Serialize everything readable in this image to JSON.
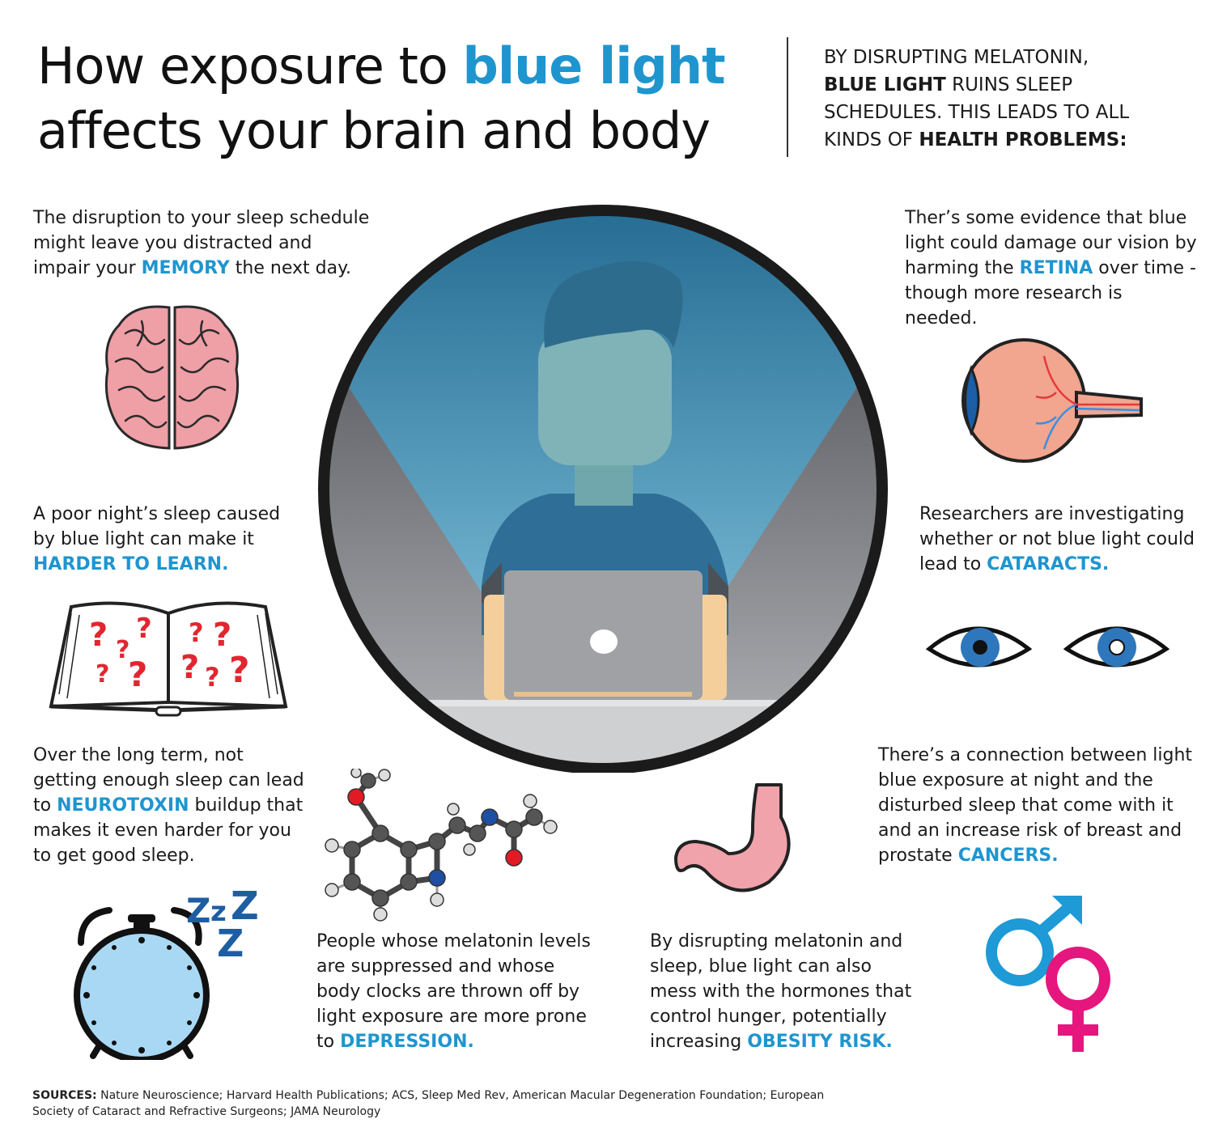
{
  "header": {
    "title_part1": "How exposure to ",
    "title_accent": "blue light",
    "title_part2": "affects your brain and body",
    "sub_l1": "BY DISRUPTING MELATONIN,",
    "sub_l2_bold": "BLUE LIGHT",
    "sub_l2_rest": " RUINS SLEEP",
    "sub_l3": "SCHEDULES. THIS LEADS TO ALL",
    "sub_l4_plain": "KINDS OF ",
    "sub_l4_bold": "HEALTH PROBLEMS:"
  },
  "effects": {
    "memory": {
      "pre": "The disruption to your sleep schedule might leave you distracted and impair your ",
      "hl": "MEMORY",
      "post": " the next day."
    },
    "retina": {
      "pre": "Ther’s some evidence that blue light could damage our vision by harming the ",
      "hl": "RETINA",
      "post": " over time - though more research is needed."
    },
    "learn": {
      "pre": "A poor night’s sleep caused by blue light can make it ",
      "hl": "HARDER TO LEARN."
    },
    "cataracts": {
      "pre": "Researchers are investigating whether or not blue light could lead to ",
      "hl": "CATARACTS."
    },
    "neurotoxin": {
      "pre": "Over the long term, not getting enough sleep can lead to ",
      "hl": "NEUROTOXIN",
      "post": " buildup that makes it even harder for you to get good sleep."
    },
    "cancers": {
      "pre": "There’s a connection between light blue exposure at night and the disturbed sleep that come with it and an increase risk of breast and prostate ",
      "hl": "CANCERS."
    },
    "depression": {
      "pre": "People whose melatonin levels are suppressed and whose body clocks are thrown off by light exposure are more prone to ",
      "hl": "DEPRESSION."
    },
    "obesity": {
      "pre": "By disrupting melatonin and sleep, blue light can also mess with the hormones that control hunger, potentially increasing ",
      "hl": "OBESITY RISK."
    }
  },
  "book_marks": "?",
  "zzz": {
    "big": "Z",
    "small": "z"
  },
  "sources": {
    "label": "SOURCES:",
    "text": " Nature Neuroscience; Harvard Health Publications; ACS, Sleep Med Rev, American Macular Degeneration Foundation; European Society of Cataract and Refractive Surgeons; JAMA Neurology"
  },
  "colors": {
    "accent": "#1f95cf",
    "brain": "#ef9fa6",
    "stomach": "#f0a3ab",
    "male": "#1e9ad6",
    "female": "#e5167e",
    "clock_face": "#a9d8f4",
    "question_marks": "#e2262f"
  },
  "icons": [
    "brain-icon",
    "eye-anatomy-icon",
    "question-book-icon",
    "eyes-icon",
    "melatonin-molecule-icon",
    "stomach-icon",
    "alarm-clock-icon",
    "gender-symbols-icon",
    "person-laptop-icon"
  ]
}
